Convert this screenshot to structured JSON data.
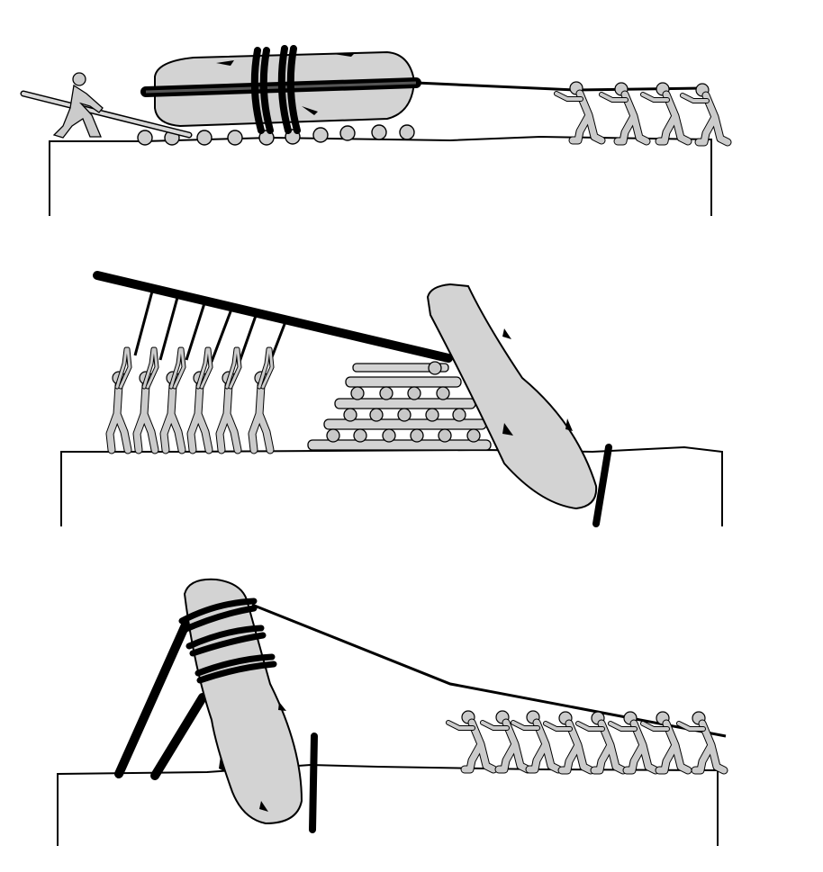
{
  "colors": {
    "stone_fill": "#d3d3d3",
    "figure_fill": "#cbcbcb",
    "ink": "#000000",
    "background": "#ffffff"
  },
  "panels": [
    {
      "stage": "stone-transport-on-rollers",
      "haulers": 4,
      "lever_worker": 1,
      "rollers": 10
    },
    {
      "stage": "stone-tipping-into-pit",
      "haulers": 6,
      "timber_stack_rows": 5
    },
    {
      "stage": "stone-raising-with-ropes",
      "haulers": 8
    }
  ]
}
